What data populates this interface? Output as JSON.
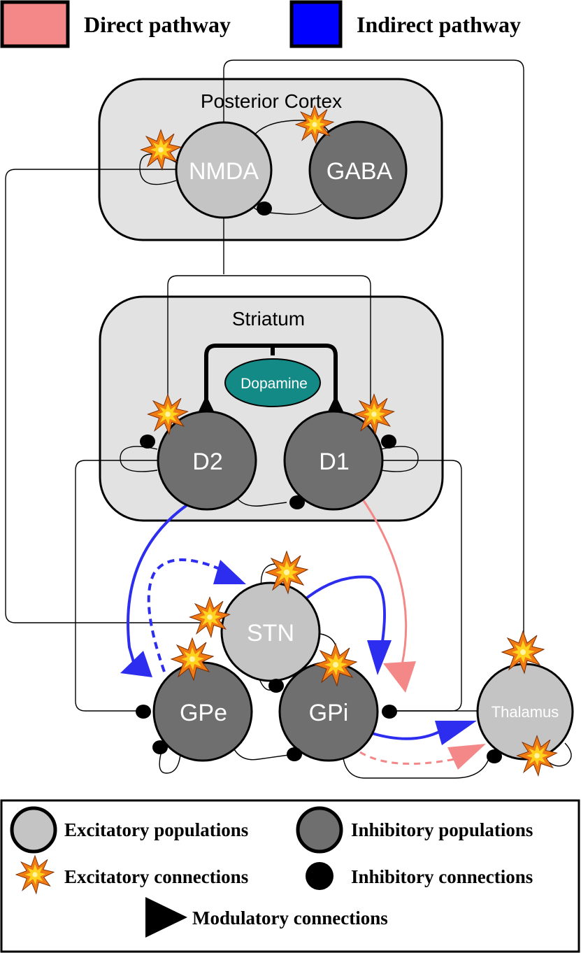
{
  "legend_top": {
    "direct": {
      "label": "Direct pathway",
      "color": "#f48787"
    },
    "indirect": {
      "label": "Indirect pathway",
      "color": "#0000ff"
    }
  },
  "regions": {
    "cortex": "Posterior Cortex",
    "striatum": "Striatum"
  },
  "nodes": {
    "nmda": "NMDA",
    "gaba": "GABA",
    "dopamine": "Dopamine",
    "d2": "D2",
    "d1": "D1",
    "stn": "STN",
    "gpe": "GPe",
    "gpi": "GPi",
    "thalamus": "Thalamus"
  },
  "legend_bottom": {
    "excitatory_populations": "Excitatory populations",
    "inhibitory_populations": "Inhibitory populations",
    "excitatory_connections": "Excitatory connections",
    "inhibitory_connections": "Inhibitory connections",
    "modulatory_connections": "Modulatory connections"
  },
  "colors": {
    "excitatory_fill": "#c4c4c4",
    "inhibitory_fill": "#6f6f6f",
    "region_fill": "#e2e2e2",
    "dopamine_fill": "#138a86",
    "direct": "#f48787",
    "indirect": "#2d2df0",
    "burst_outer": "#f07a14",
    "burst_inner": "#ffd21e"
  }
}
